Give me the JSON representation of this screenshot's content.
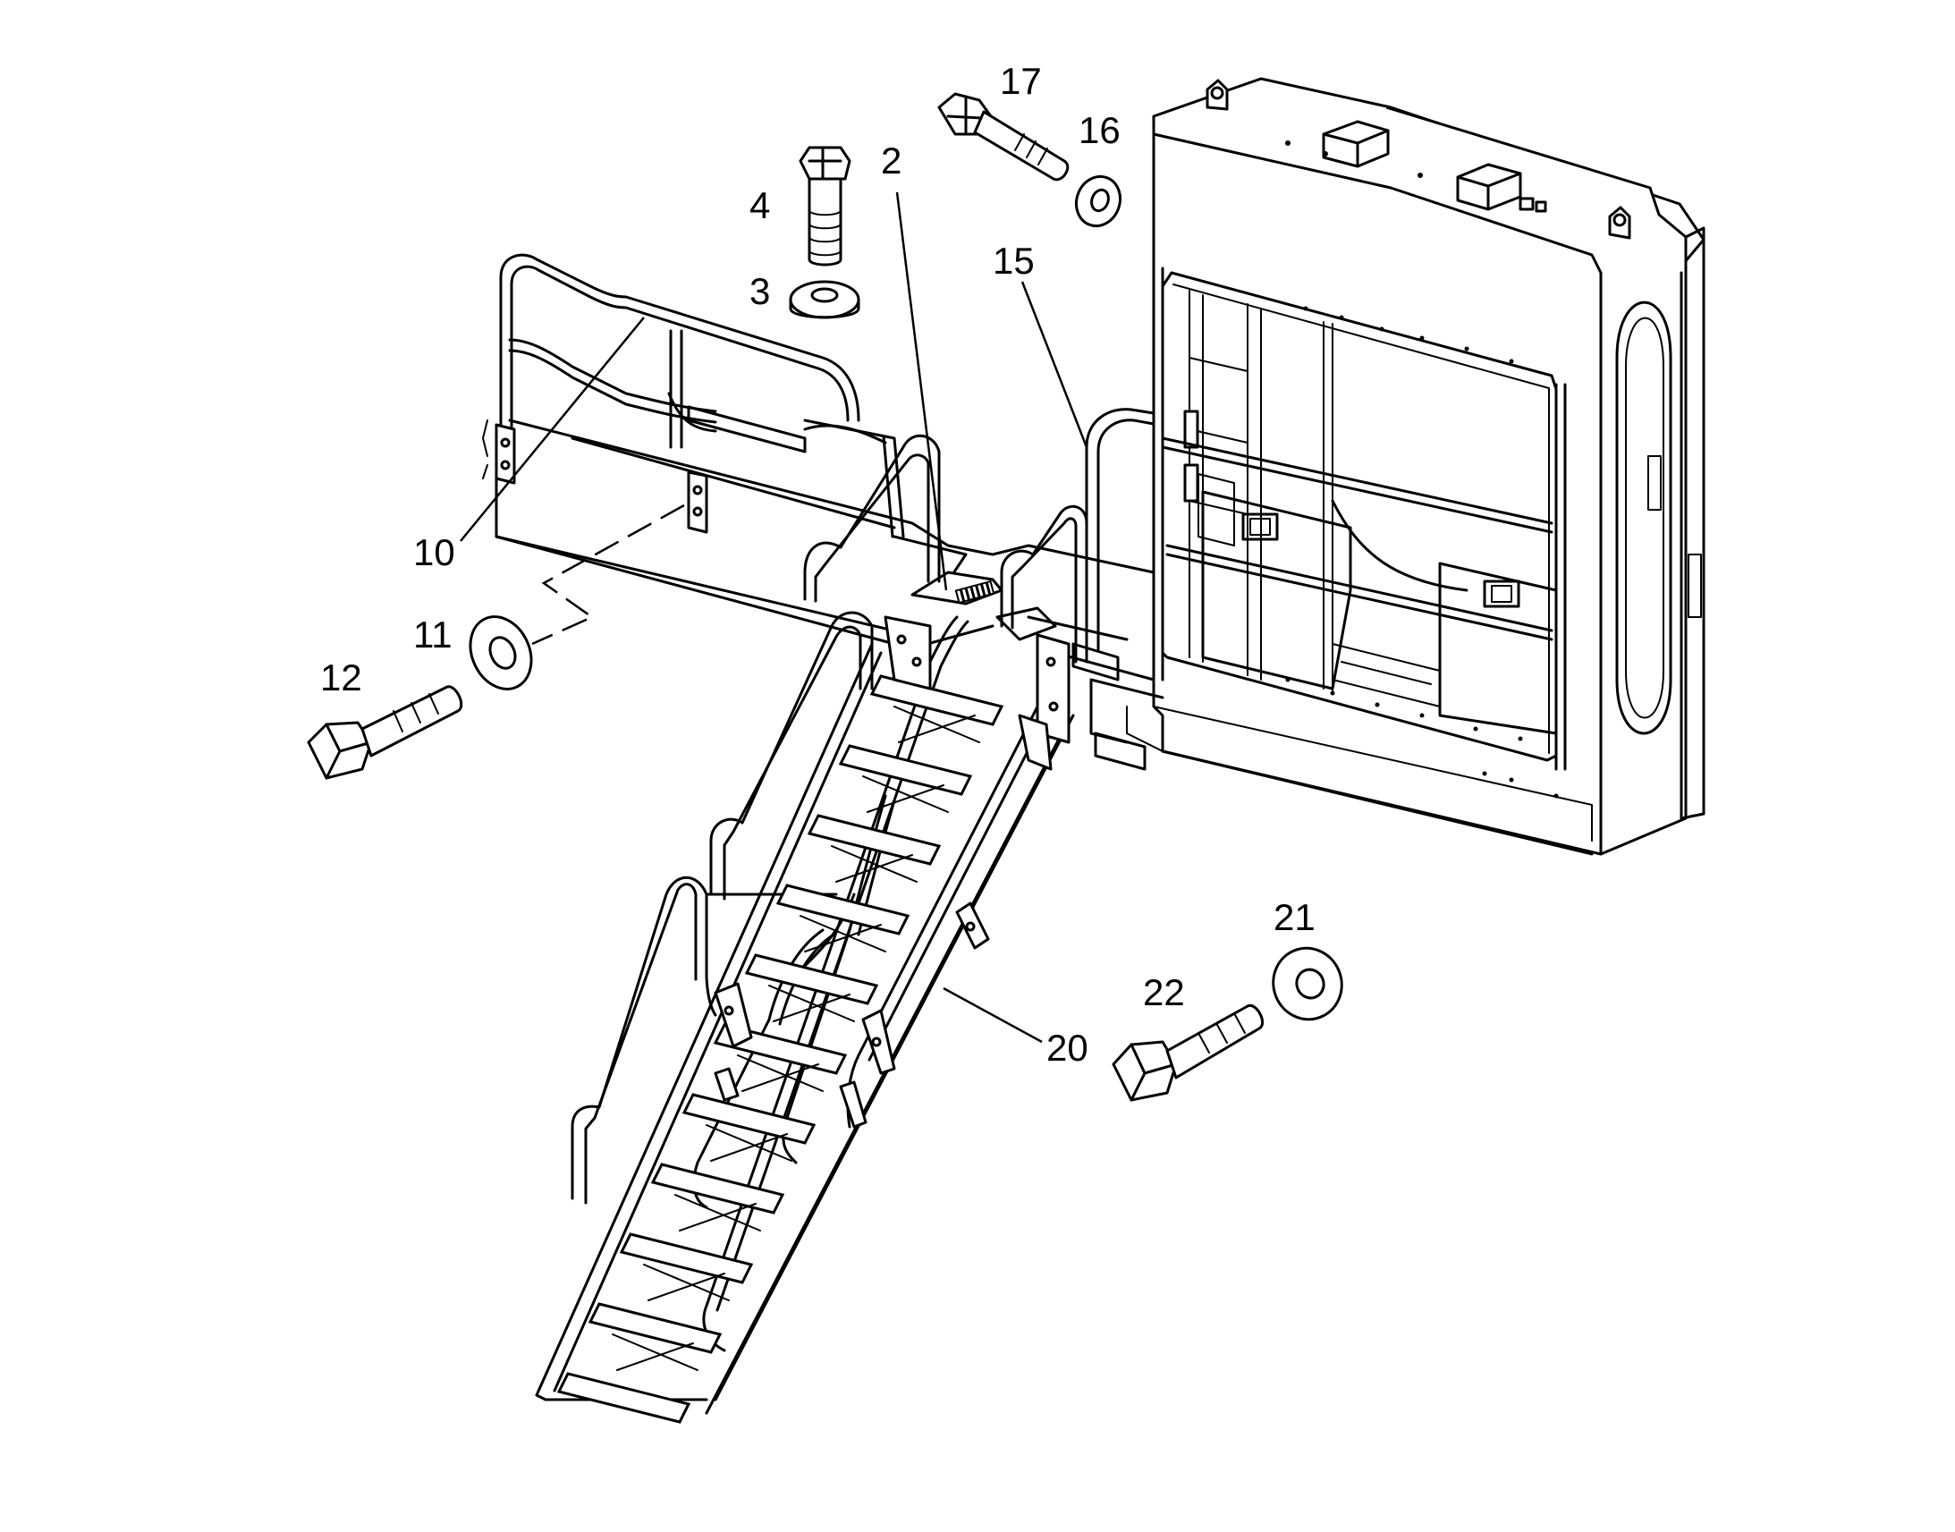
{
  "diagram": {
    "callouts": [
      {
        "id": "c2",
        "label": "2"
      },
      {
        "id": "c3",
        "label": "3"
      },
      {
        "id": "c4",
        "label": "4"
      },
      {
        "id": "c10",
        "label": "10"
      },
      {
        "id": "c11",
        "label": "11"
      },
      {
        "id": "c12",
        "label": "12"
      },
      {
        "id": "c15",
        "label": "15"
      },
      {
        "id": "c16",
        "label": "16"
      },
      {
        "id": "c17",
        "label": "17"
      },
      {
        "id": "c20",
        "label": "20"
      },
      {
        "id": "c21",
        "label": "21"
      },
      {
        "id": "c22",
        "label": "22"
      }
    ]
  },
  "colors": {
    "line": "#000000",
    "background": "#ffffff"
  }
}
